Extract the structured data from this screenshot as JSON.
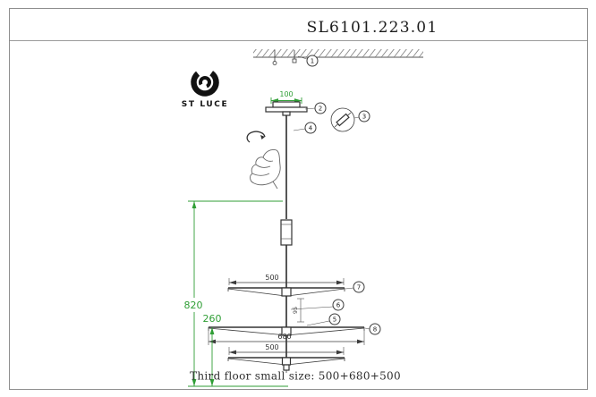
{
  "title": "SL6101.223.01",
  "brand": {
    "name": "ST LUCE"
  },
  "caption": "Third floor small size: 500+680+500",
  "dims": {
    "overall_height": "820",
    "lower_section": "260",
    "canopy_width": "100",
    "tier_gap": "95",
    "tier1_width": "500",
    "tier2_width": "680",
    "tier3_width": "500"
  },
  "callouts": {
    "c1": "1",
    "c2": "2",
    "c3": "3",
    "c4": "4",
    "c5": "5",
    "c6": "6",
    "c7": "7",
    "c8": "8"
  },
  "colors": {
    "dimension_green": "#2f9e35",
    "drawing_line": "#3c3c3c"
  }
}
